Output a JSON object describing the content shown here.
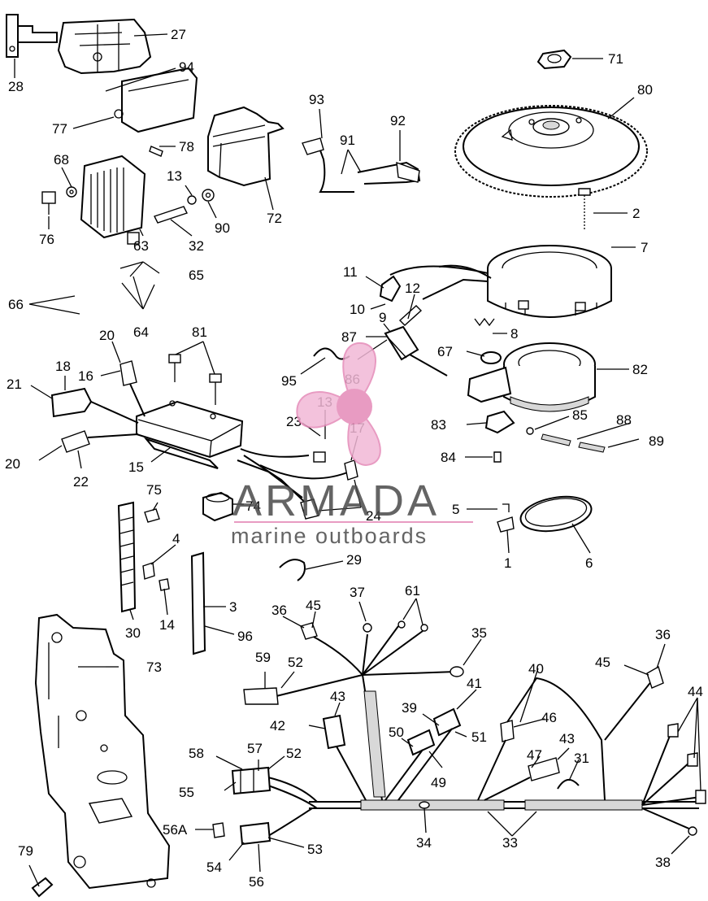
{
  "watermark": {
    "brand": "ARMADA",
    "tagline": "marine outboards",
    "colors": {
      "brand": "#4a4a4a",
      "accent": "#e58ab8",
      "accent_light": "#f1b8d6"
    }
  },
  "callouts": [
    "27",
    "28",
    "94",
    "77",
    "78",
    "68",
    "76",
    "63",
    "13",
    "32",
    "90",
    "72",
    "93",
    "91",
    "92",
    "71",
    "80",
    "2",
    "7",
    "65",
    "66",
    "64",
    "11",
    "12",
    "10",
    "9",
    "8",
    "87",
    "67",
    "82",
    "81",
    "20",
    "16",
    "18",
    "21",
    "95",
    "86",
    "13",
    "23",
    "17",
    "83",
    "85",
    "88",
    "89",
    "20",
    "22",
    "15",
    "84",
    "74",
    "24",
    "5",
    "1",
    "6",
    "75",
    "4",
    "29",
    "30",
    "14",
    "3",
    "96",
    "37",
    "61",
    "36",
    "45",
    "35",
    "59",
    "52",
    "43",
    "41",
    "42",
    "39",
    "50",
    "51",
    "49",
    "40",
    "46",
    "47",
    "43",
    "31",
    "45",
    "36",
    "44",
    "73",
    "58",
    "57",
    "52",
    "55",
    "56A",
    "53",
    "54",
    "56",
    "34",
    "33",
    "38",
    "79"
  ]
}
